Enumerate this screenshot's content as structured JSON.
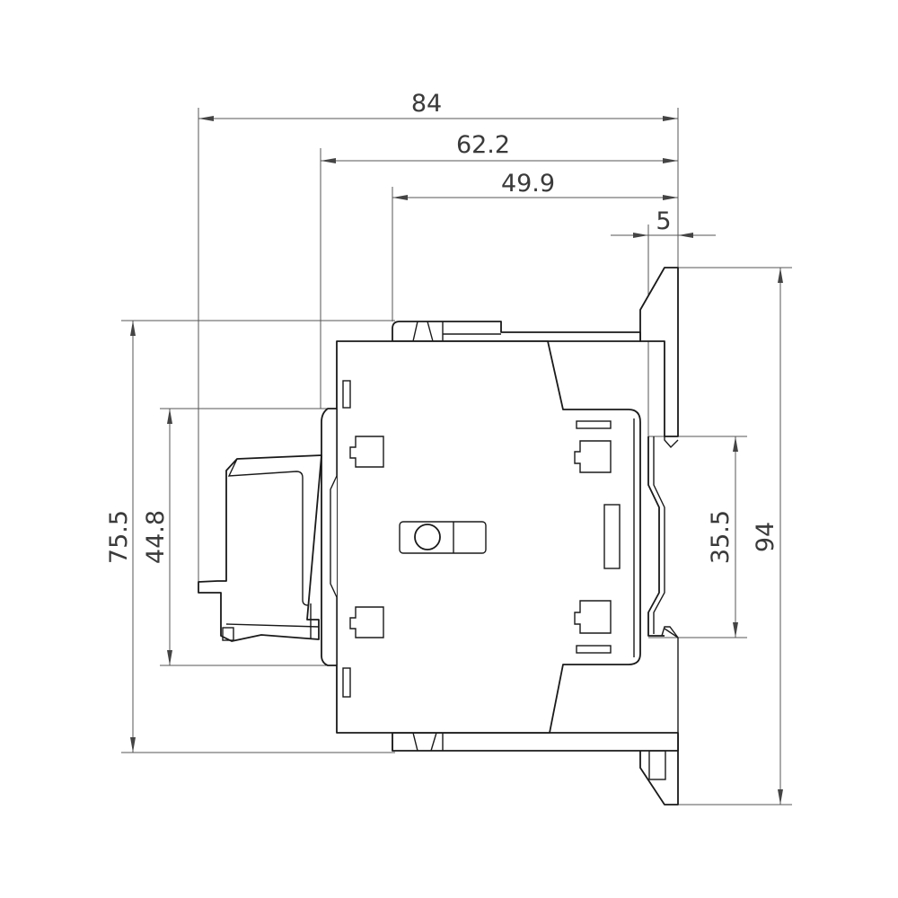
{
  "drawing": {
    "type": "technical dimension drawing",
    "view": "side view of DIN-rail mounted contactor",
    "units": "mm",
    "line_color": "#1a1a1a",
    "dimension_color": "#555555",
    "background": "#ffffff"
  },
  "dimensions": {
    "horizontal": [
      {
        "id": "overall_depth",
        "label": "84"
      },
      {
        "id": "depth_to_front_face",
        "label": "62.2"
      },
      {
        "id": "depth_to_body_top",
        "label": "49.9"
      },
      {
        "id": "rail_offset",
        "label": "5"
      }
    ],
    "vertical": [
      {
        "id": "body_height",
        "label": "75.5"
      },
      {
        "id": "front_module_height",
        "label": "44.8"
      },
      {
        "id": "din_rail_width",
        "label": "35.5"
      },
      {
        "id": "overall_height",
        "label": "94"
      }
    ]
  }
}
